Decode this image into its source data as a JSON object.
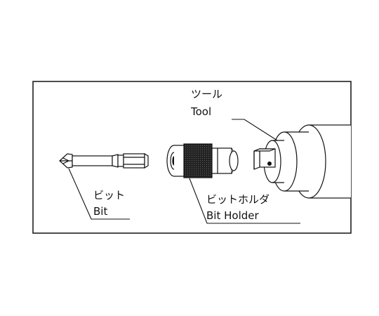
{
  "labels": {
    "tool_jp": "ツール",
    "tool_en": "Tool",
    "bit_jp": "ビット",
    "bit_en": "Bit",
    "holder_jp": "ビットホルダ",
    "holder_en": "Bit Holder"
  },
  "icons": [
    "bit-icon",
    "bit-holder-icon",
    "tool-icon"
  ]
}
